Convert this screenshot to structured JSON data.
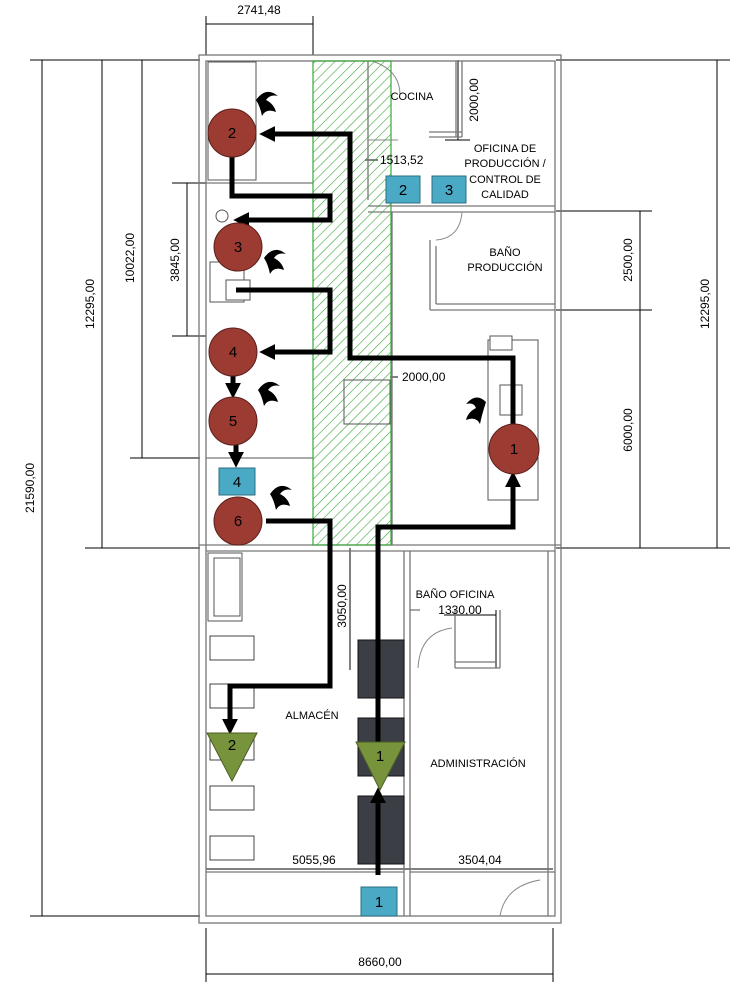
{
  "rooms": {
    "cocina": "COCINA",
    "oficina": [
      "OFICINA DE",
      "PRODUCCIÓN /",
      "CONTROL DE",
      "CALIDAD"
    ],
    "bano_produccion": [
      "BAÑO",
      "PRODUCCIÓN"
    ],
    "bano_oficina": "BAÑO OFICINA",
    "almacen": "ALMACÉN",
    "administracion": "ADMINISTRACIÓN"
  },
  "dimensions": {
    "top_width": "2741,48",
    "bottom_width": "8660,00",
    "total_height": "21590,00",
    "left_height": "12295,00",
    "right_height": "12295,00",
    "inner_height": "10022,00",
    "inner_small": "3845,00",
    "cocina_height": "2000,00",
    "bano_height": "2500,00",
    "right_lower": "6000,00",
    "aisle_width": "1513,52",
    "mid_width": "2000,00",
    "almacen_depth": "3050,00",
    "bano_oficina_width": "1330,00",
    "almacen_width": "5055,96",
    "admin_width": "3504,04"
  },
  "markers": {
    "operations": [
      "1",
      "2",
      "3",
      "4",
      "5",
      "6"
    ],
    "inspections": [
      "2",
      "3",
      "4",
      "1"
    ],
    "storage": [
      "1",
      "2"
    ]
  },
  "colors": {
    "operation": "#9c3b32",
    "inspection": "#4aaac5",
    "storage": "#77933c",
    "aisle": "#2e9e2e",
    "flow": "#000000"
  }
}
